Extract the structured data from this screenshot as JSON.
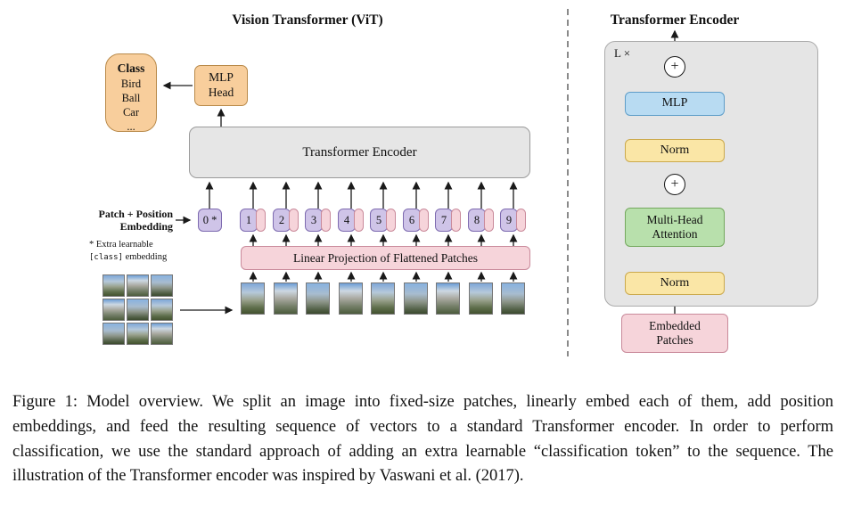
{
  "left_panel": {
    "title": "Vision Transformer (ViT)",
    "class_box": {
      "title": "Class",
      "items": [
        "Bird",
        "Ball",
        "Car",
        "..."
      ]
    },
    "mlp_head": {
      "line1": "MLP",
      "line2": "Head"
    },
    "encoder_label": "Transformer Encoder",
    "patch_position": {
      "line1": "Patch + Position",
      "line2": "Embedding"
    },
    "note": {
      "line1": "* Extra learnable",
      "class_token": "[class]",
      "line2_rest": " embedding"
    },
    "linear_projection": "Linear Projection of Flattened Patches",
    "tokens": [
      "0 *",
      "1",
      "2",
      "3",
      "4",
      "5",
      "6",
      "7",
      "8",
      "9"
    ]
  },
  "right_panel": {
    "title": "Transformer Encoder",
    "loop_label": "L ×",
    "plus": "+",
    "mlp": "MLP",
    "norm_top": "Norm",
    "attention": {
      "line1": "Multi-Head",
      "line2": "Attention"
    },
    "norm_bottom": "Norm",
    "embedded": {
      "line1": "Embedded",
      "line2": "Patches"
    }
  },
  "caption": "Figure 1: Model overview. We split an image into fixed-size patches, linearly embed each of them, add position embeddings, and feed the resulting sequence of vectors to a standard Transformer encoder. In order to perform classification, we use the standard approach of adding an extra learnable “classification token” to the sequence. The illustration of the Transformer encoder was inspired by Vaswani et al. (2017).",
  "colors": {
    "orange": "#F8CE9C",
    "purple": "#CFC4E8",
    "pink": "#F6D4DA",
    "gray_block": "#E6E6E6",
    "blue": "#B8DBF2",
    "yellow": "#FAE6A6",
    "green": "#B8E0AC"
  }
}
